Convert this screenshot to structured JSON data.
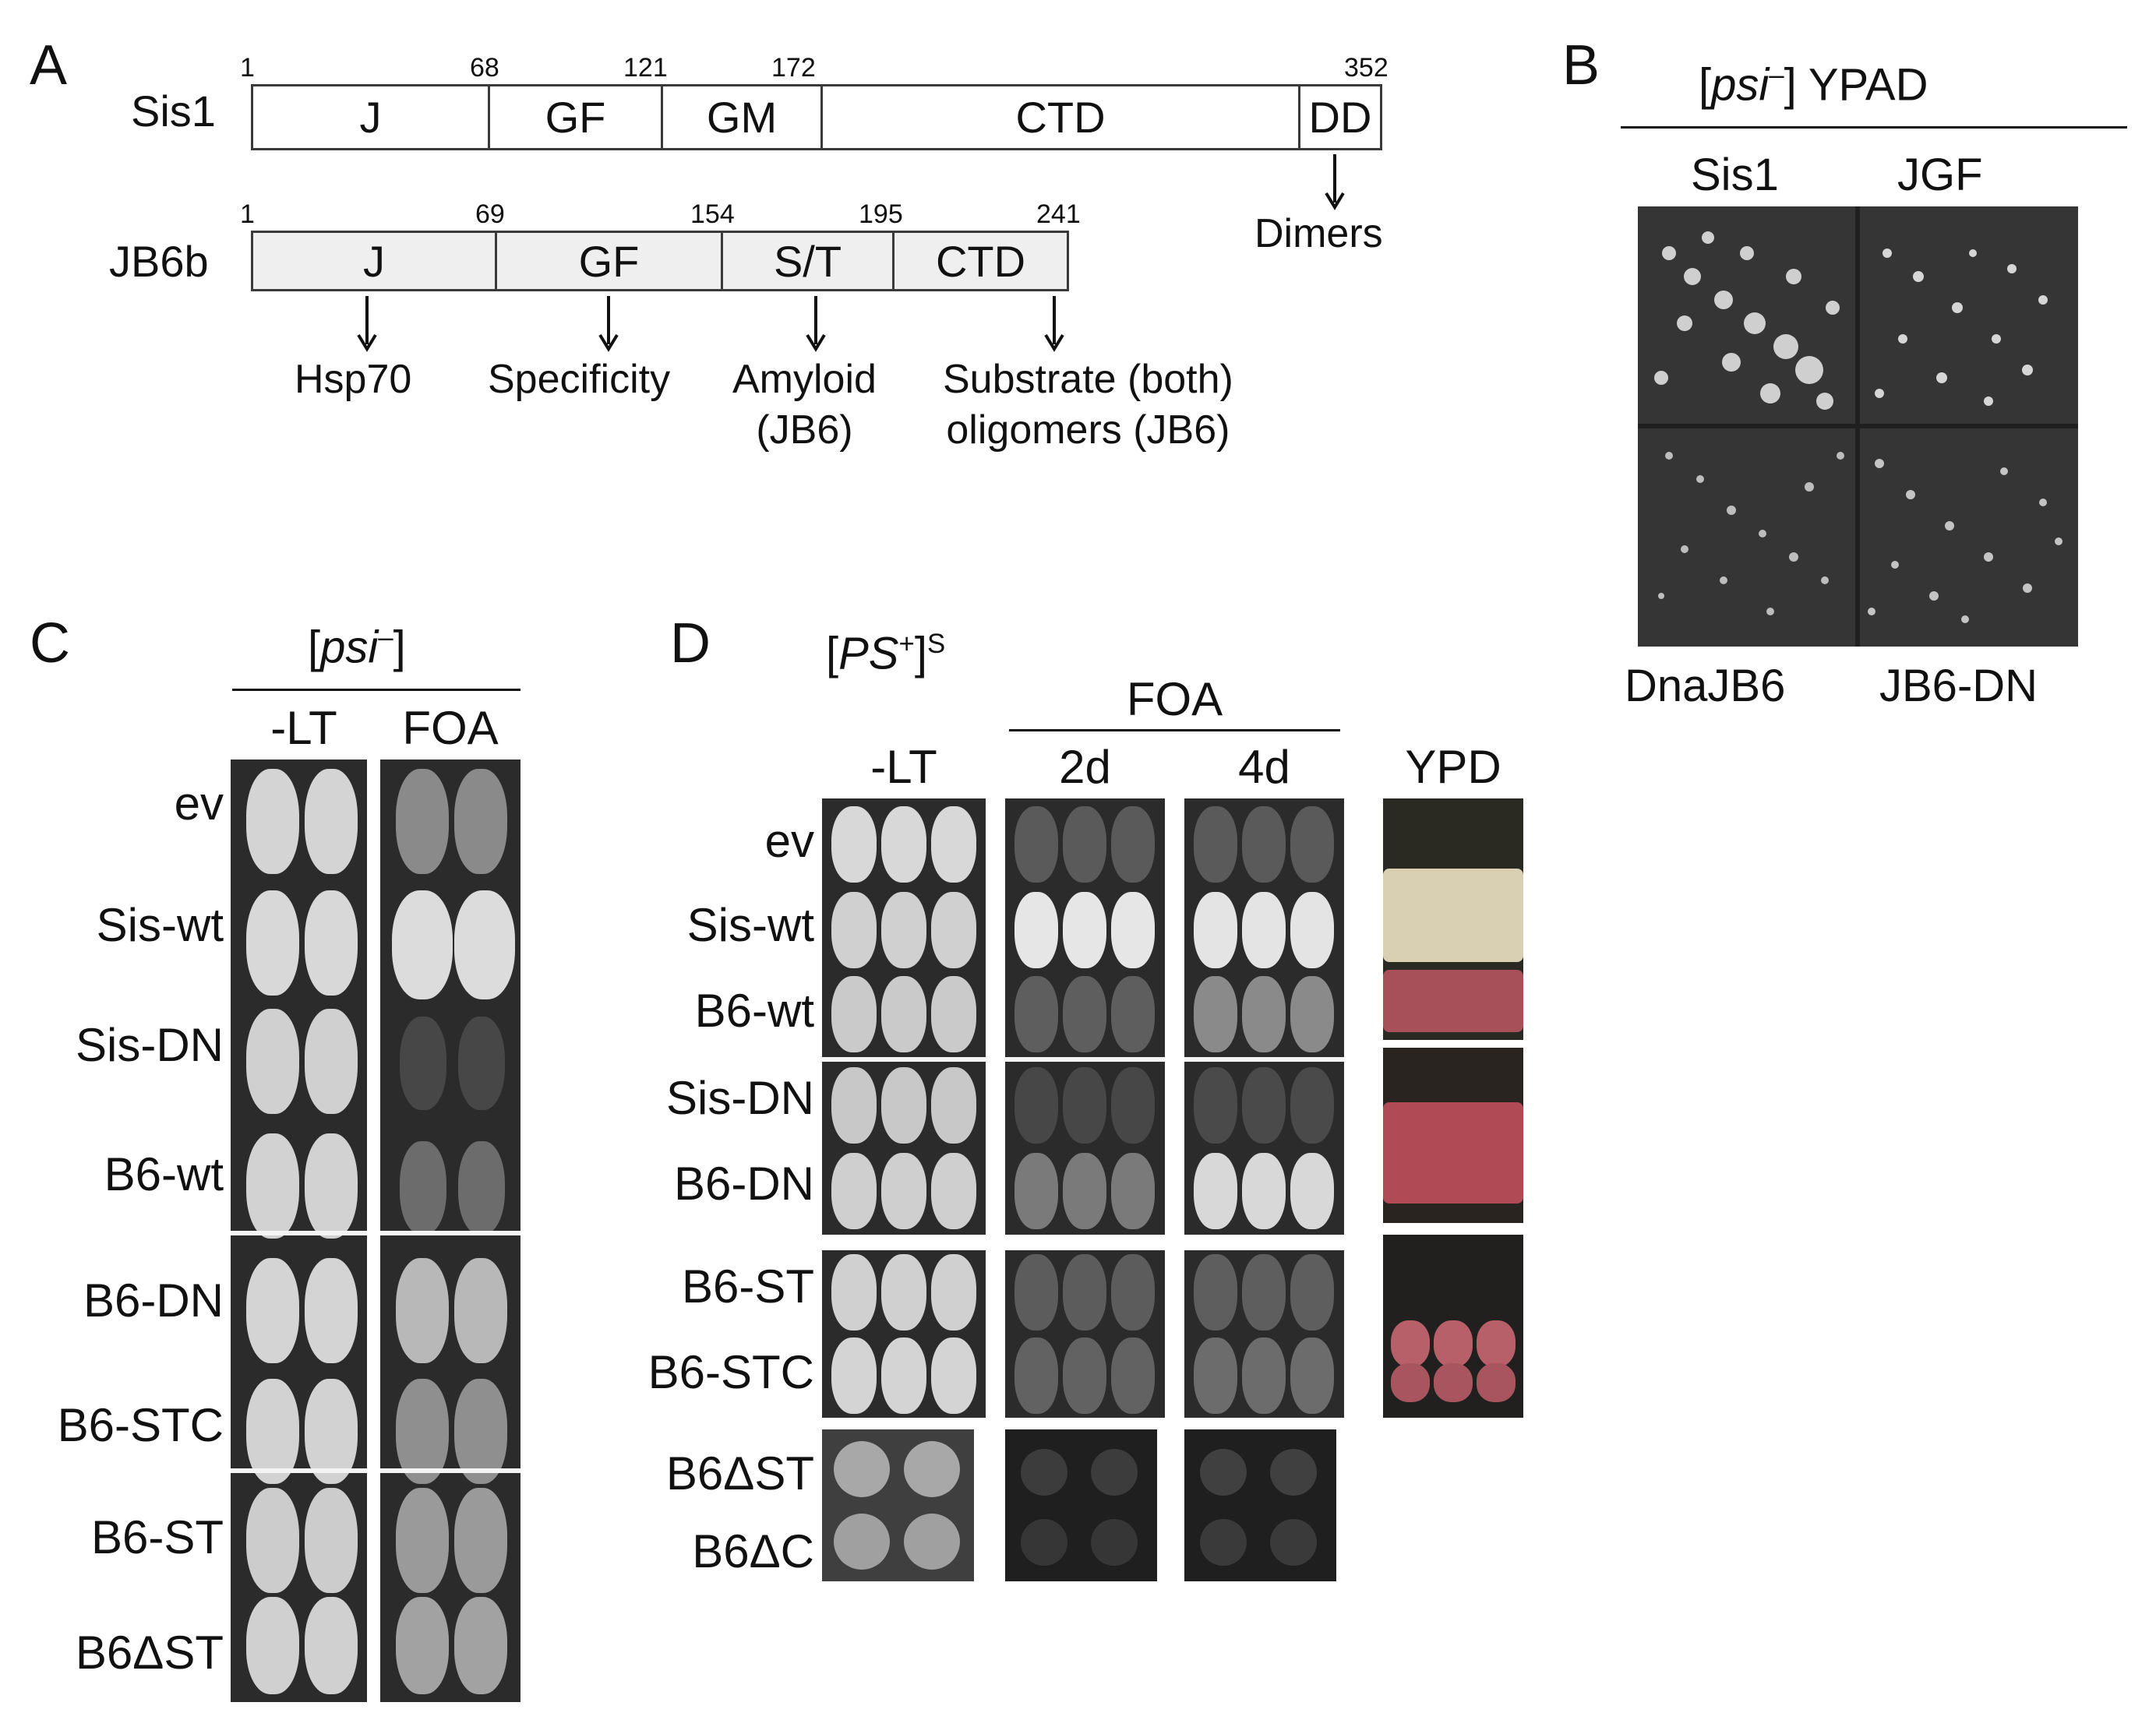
{
  "panel_a": {
    "letter": "A",
    "proteins": [
      {
        "name": "Sis1",
        "boundaries": [
          "1",
          "68",
          "121",
          "172",
          "352"
        ],
        "domains": [
          "J",
          "GF",
          "GM",
          "CTD",
          "DD"
        ]
      },
      {
        "name": "JB6b",
        "boundaries": [
          "1",
          "69",
          "154",
          "195",
          "241"
        ],
        "domains": [
          "J",
          "GF",
          "S/T",
          "CTD"
        ]
      }
    ],
    "dimers_label": "Dimers",
    "functions": [
      {
        "line1": "Hsp70",
        "line2": ""
      },
      {
        "line1": "Specificity",
        "line2": ""
      },
      {
        "line1": "Amyloid",
        "line2": "(JB6)"
      },
      {
        "line1": "Substrate (both)",
        "line2": "oligomers (JB6)"
      }
    ]
  },
  "panel_b": {
    "letter": "B",
    "header_strain": "psi",
    "header_strain_sup": "–",
    "header_media": " YPAD",
    "top_labels": [
      "Sis1",
      "JGF"
    ],
    "bottom_labels": [
      "DnaJB6",
      "JB6-DN"
    ]
  },
  "panel_c": {
    "letter": "C",
    "header_strain": "psi",
    "header_strain_sup": "–",
    "columns": [
      "-LT",
      "FOA"
    ],
    "rows": [
      "ev",
      "Sis-wt",
      "Sis-DN",
      "B6-wt",
      "B6-DN",
      "B6-STC",
      "B6-ST",
      "B6ΔST"
    ]
  },
  "panel_d": {
    "letter": "D",
    "header_strain": "PS",
    "header_strain_sup": "+",
    "header_strain_suffix": "S",
    "foa_label": "FOA",
    "columns": [
      "-LT",
      "2d",
      "4d",
      "YPD"
    ],
    "rows": [
      "ev",
      "Sis-wt",
      "B6-wt",
      "Sis-DN",
      "B6-DN",
      "B6-ST",
      "B6-STC",
      "B6ΔST",
      "B6ΔC"
    ]
  },
  "colors": {
    "photo_bg": "#2b2b2b",
    "spot_light": "#d9d9d9",
    "spot_dim": "#6a6a6a",
    "red_colony": "#b04a55",
    "white_colony": "#e4ddc8",
    "bar_fill_jb6": "#efefef"
  }
}
